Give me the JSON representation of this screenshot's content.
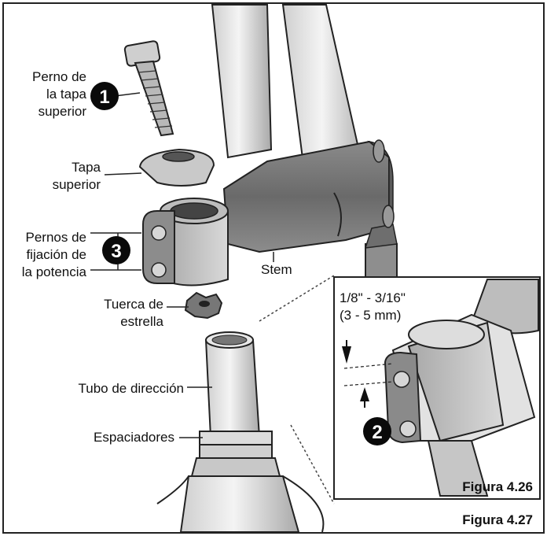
{
  "labels": {
    "top_bolt": "Perno de la tapa superior",
    "top_bolt_l1": "Perno de",
    "top_bolt_l2": "la tapa",
    "top_bolt_l3": "superior",
    "top_cap_l1": "Tapa",
    "top_cap_l2": "superior",
    "clamp_l1": "Pernos de",
    "clamp_l2": "fijación de",
    "clamp_l3": "la potencia",
    "nut_l1": "Tuerca de",
    "nut_l2": "estrella",
    "steerer": "Tubo de dirección",
    "spacers": "Espaciadores",
    "stem": "Stem",
    "gap_l1": "1/8\" - 3/16\"",
    "gap_l2": "(3 - 5 mm)"
  },
  "callouts": {
    "c1": "1",
    "c2": "2",
    "c3": "3"
  },
  "figures": {
    "inset": "Figura 4.26",
    "main": "Figura 4.27"
  },
  "colors": {
    "metal_light": "#e2e2e2",
    "metal_mid": "#b5b5b5",
    "metal_dark": "#6e6e6e",
    "outline": "#1a1a1a",
    "callout_bg": "#0a0a0a"
  }
}
